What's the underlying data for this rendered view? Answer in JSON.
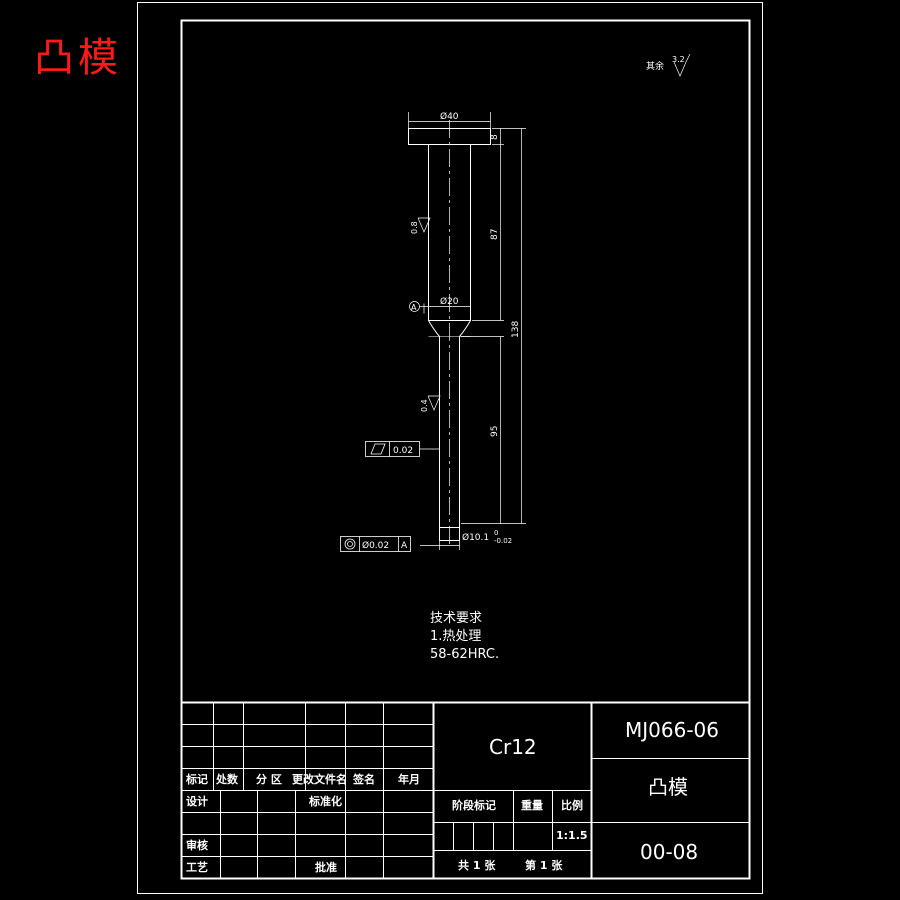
{
  "corner_title": "凸模",
  "colors": {
    "background": "#000000",
    "lines": "#ffffff",
    "title": "#ff1a1a"
  },
  "drawing": {
    "roughness_general_prefix": "其余",
    "roughness_general": "3.2",
    "roughness_upper": "0.8",
    "roughness_lower": "0.4",
    "dim_head_dia": "Ø40",
    "dim_head_thk": "8",
    "dim_upper_len": "87",
    "dim_total_len": "138",
    "dim_mid_dia": "Ø20",
    "dim_lower_len": "95",
    "dim_tip_dia": "Ø10.1",
    "dim_tip_tol_upper": "0",
    "dim_tip_tol_lower": "-0.02",
    "datum": "A",
    "gdt_cyl_value": "0.02",
    "gdt_conc_value": "Ø0.02",
    "gdt_conc_datum": "A"
  },
  "notes": {
    "heading": "技术要求",
    "item1": "1.热处理",
    "item2": "58-62HRC."
  },
  "title_block": {
    "row_labels": {
      "mark": "标记",
      "count": "处数",
      "zone": "分 区",
      "change_doc": "更改文件名",
      "sign": "签名",
      "date": "年月"
    },
    "design": "设计",
    "standardize": "标准化",
    "review": "审核",
    "process": "工艺",
    "approve": "批准",
    "stage_mark": "阶段标记",
    "weight": "重量",
    "scale_label": "比例",
    "scale": "1:1.5",
    "sheets_total": "共 1 张",
    "sheet_no": "第 1 张",
    "material": "Cr12",
    "drawing_no": "MJ066-06",
    "part_name": "凸模",
    "code": "00-08"
  }
}
